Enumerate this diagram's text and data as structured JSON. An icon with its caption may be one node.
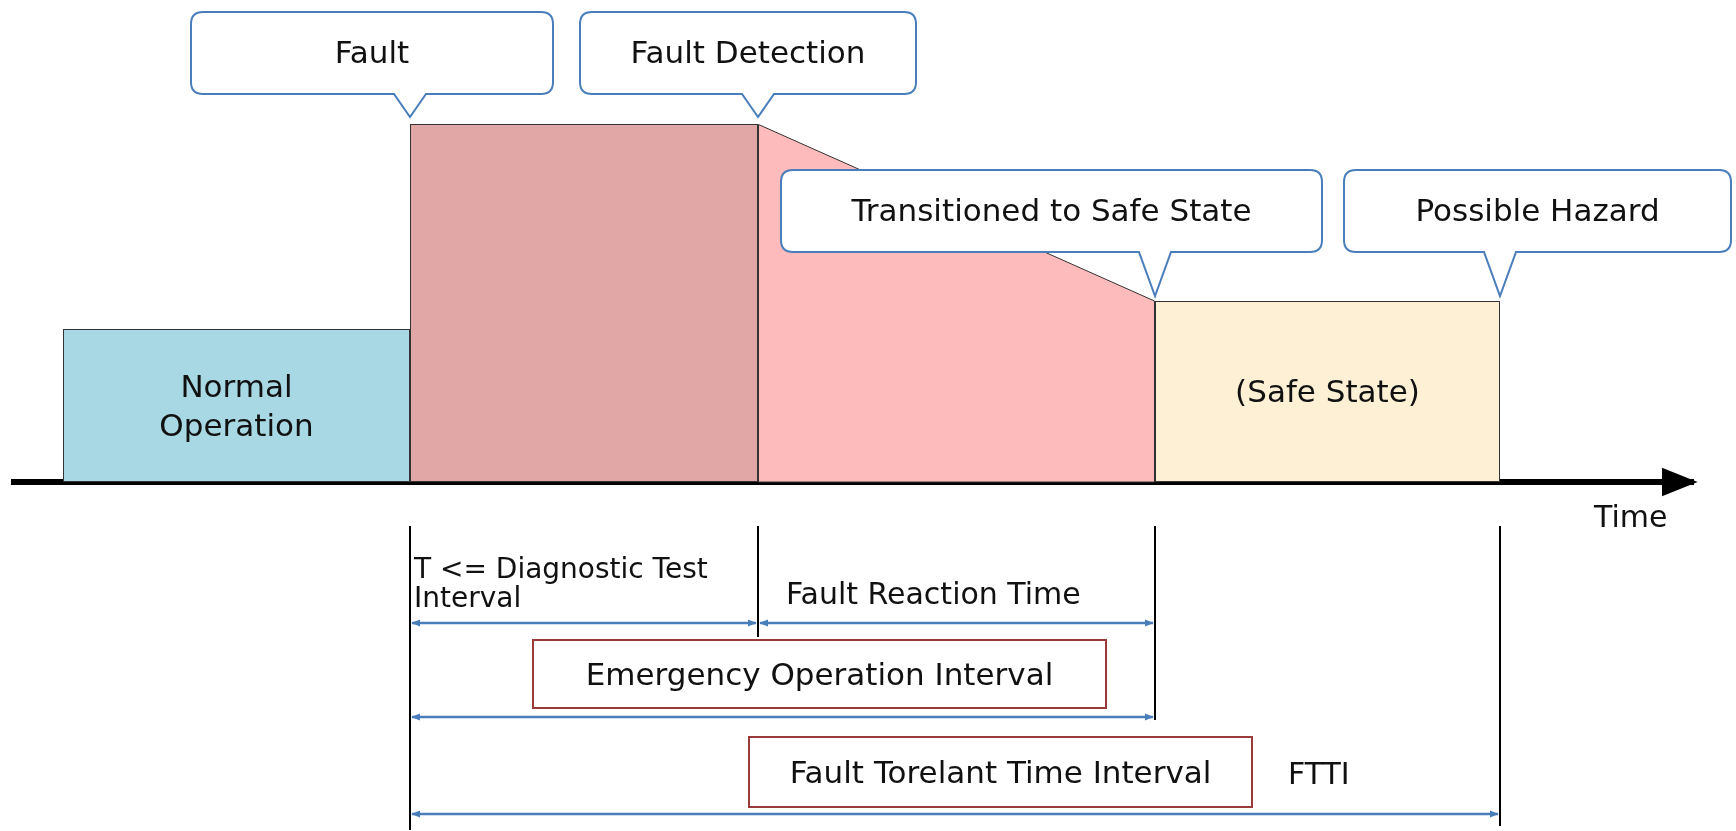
{
  "diagram": {
    "nodes": [
      {
        "text": [
          "Normal Operation"
        ]
      },
      {
        "text": [
          "Fault"
        ]
      },
      {
        "text": [
          "Fault Detection"
        ]
      },
      {
        "text": [],
        "shape": "box"
      },
      {
        "text": [],
        "shape": "box"
      },
      {
        "text": [
          "Transitioned to Safe State"
        ]
      },
      {
        "text": [
          "Possible Hazard"
        ]
      },
      {
        "text": [
          "(Safe State)"
        ]
      },
      {
        "text": [
          "Emergency Operation Interval"
        ]
      },
      {
        "text": [
          "Fault Torelant Time Interval"
        ]
      }
    ],
    "labels": [
      "Time",
      "T <= Diagnostic Test Interval",
      "Fault Reaction Time",
      "FTTI"
    ]
  }
}
